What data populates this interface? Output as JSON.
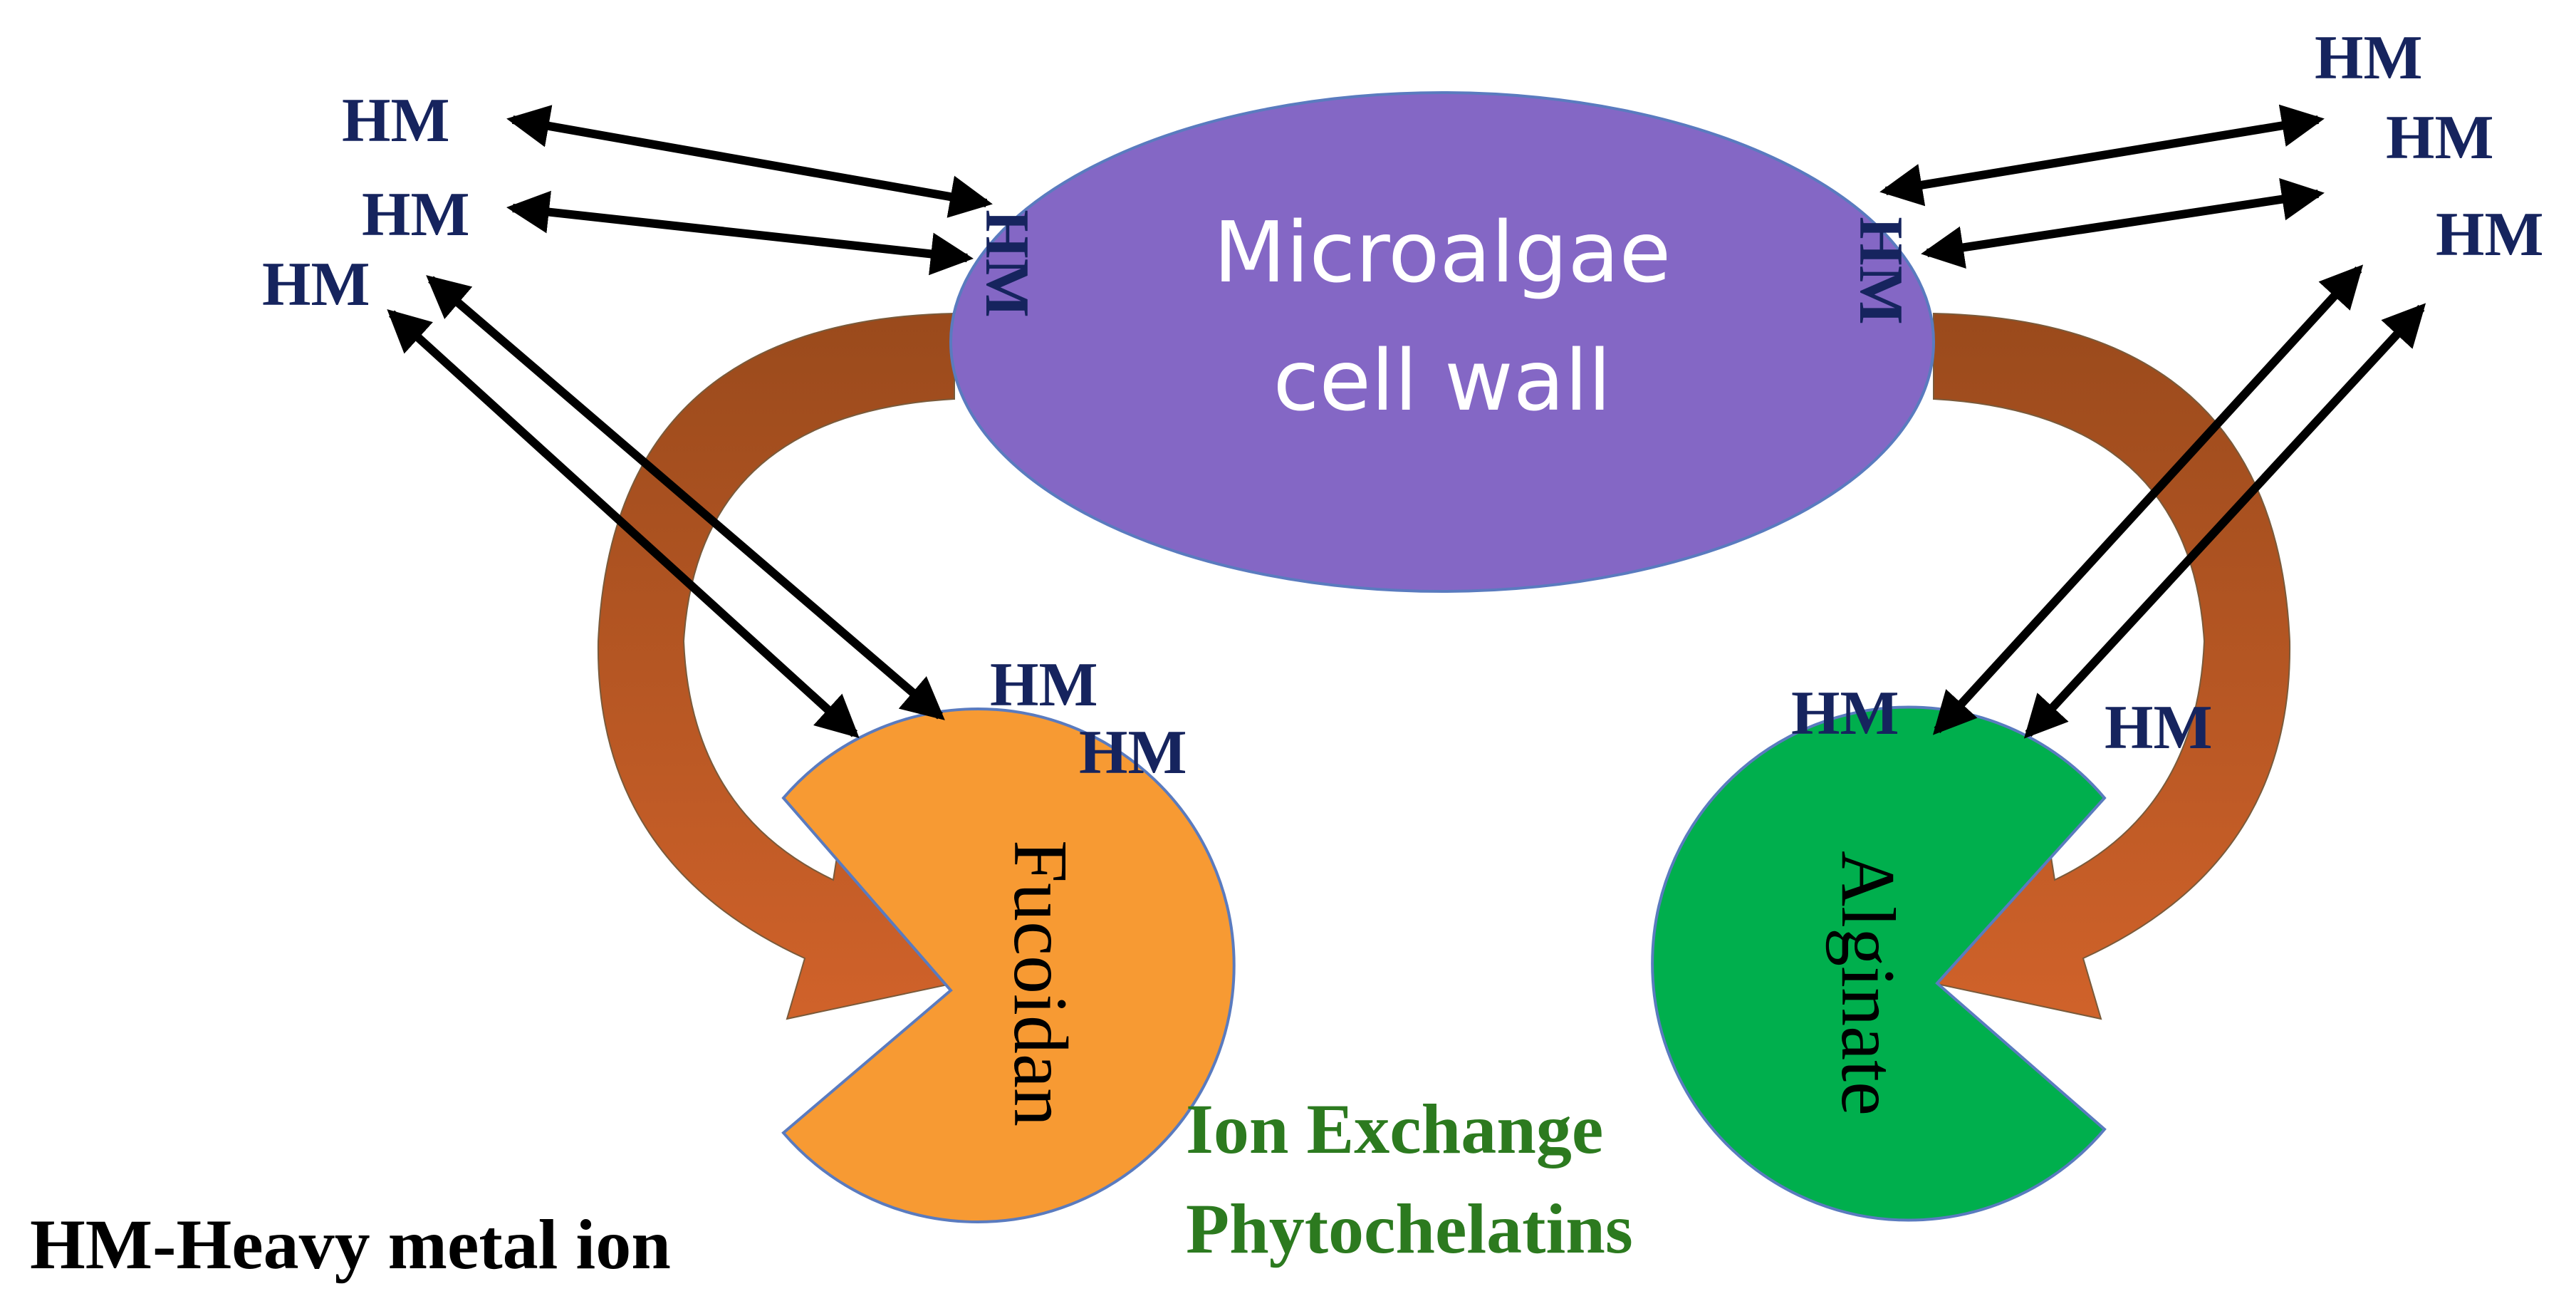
{
  "cell_wall": {
    "line1": "Microalgae",
    "line2": "cell wall",
    "fill": "#8467c5",
    "bound_label": "HM"
  },
  "fucoidan": {
    "label": "Fucoidan",
    "fill": "#f79a33"
  },
  "alginate": {
    "label": "Alginate",
    "fill": "#00af4d"
  },
  "curved_arrow_color": "#c55a1e",
  "hm_label": "HM",
  "hm_color": "#16245e",
  "mechanisms": {
    "line1": "Ion Exchange",
    "line2": "Phytochelatins",
    "color": "#2c7a1f"
  },
  "legend": {
    "text": "HM-Heavy metal ion"
  }
}
